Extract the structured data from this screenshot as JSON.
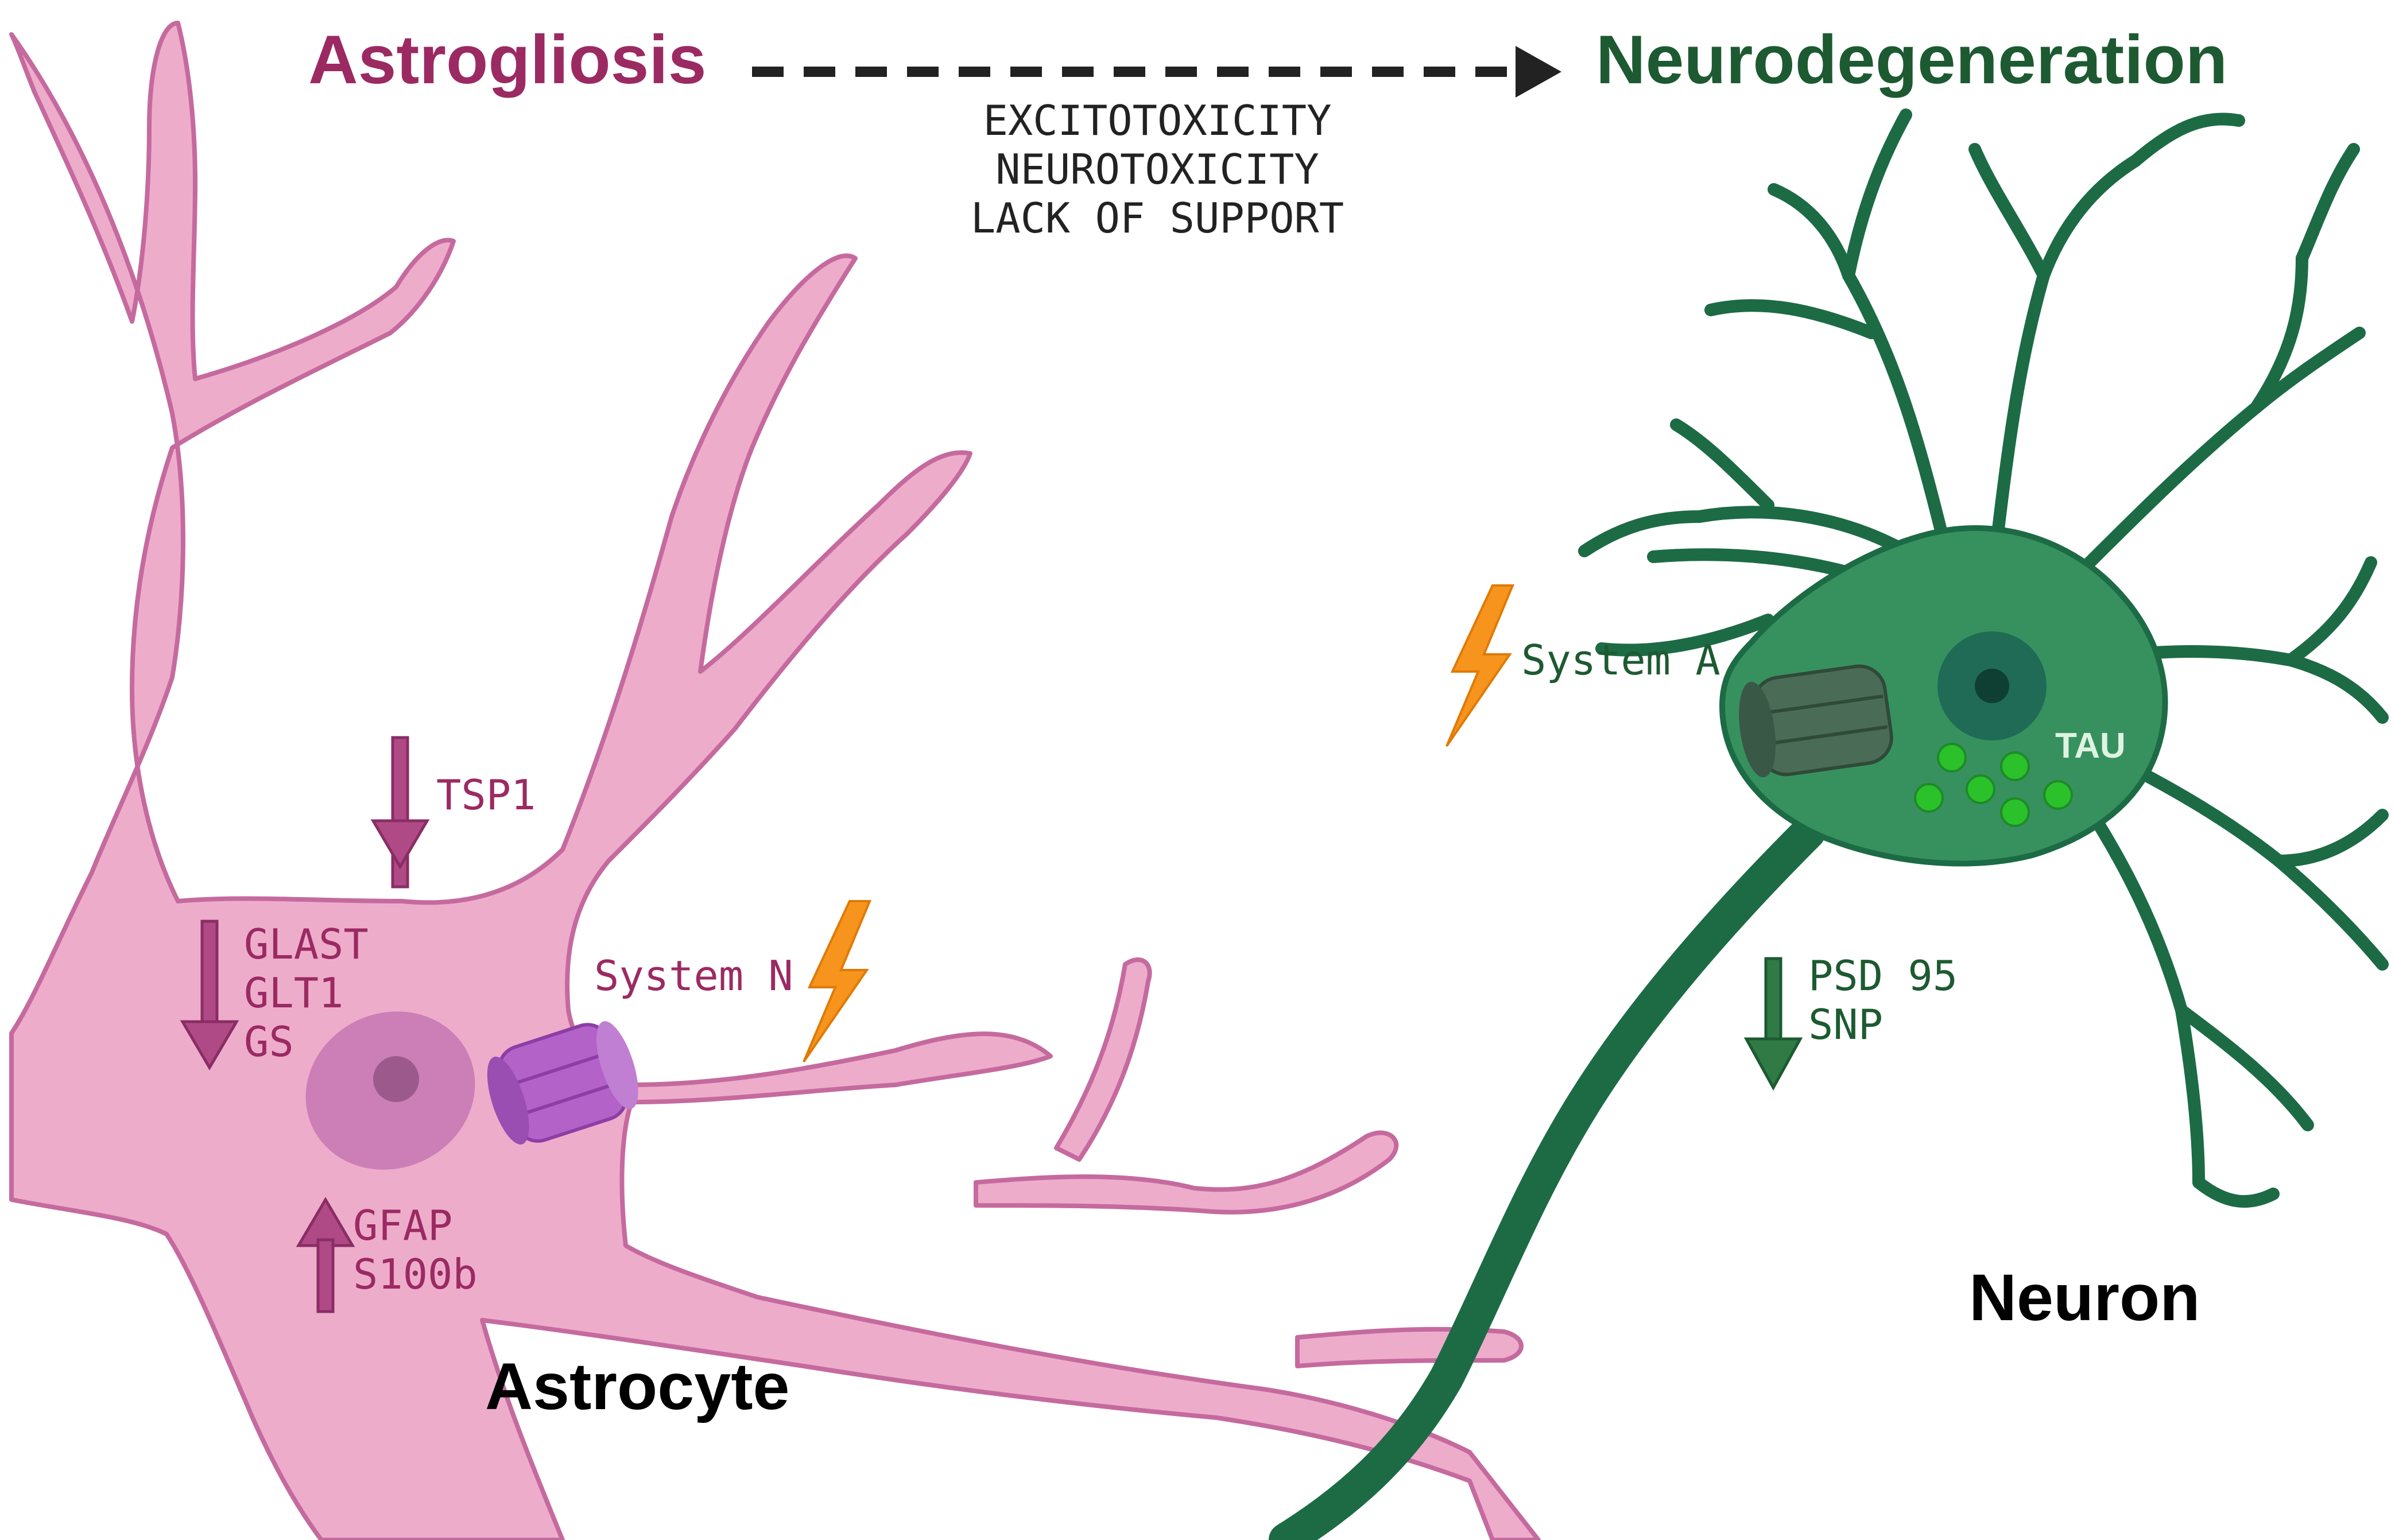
{
  "header": {
    "left_title": "Astrogliosis",
    "right_title": "Neurodegeneration",
    "arrow_effects": [
      "EXCITOTOXICITY",
      "NEUROTOXICITY",
      "LACK OF SUPPORT"
    ]
  },
  "astrocyte": {
    "cell_label": "Astrocyte",
    "tsp_label": "TSP1",
    "down_markers": [
      "GLAST",
      "GLT1",
      "GS"
    ],
    "up_markers": [
      "GFAP",
      "S100b"
    ],
    "transporter_label": "System N"
  },
  "neuron": {
    "cell_label": "Neuron",
    "transporter_label": "System A",
    "tau_label": "TAU",
    "down_markers": [
      "PSD 95",
      "SNP"
    ]
  },
  "colors": {
    "astrocyte_fill": "#eeaccb",
    "astrocyte_outline": "#c56a9e",
    "astrocyte_text": "#9b2a62",
    "neuron_fill": "#37915f",
    "neuron_outline": "#1c6b45",
    "neuron_text": "#1d5a31",
    "lightning": "#f7941d",
    "system_n": "#b362c8",
    "system_a": "#4a6b55",
    "tau_dots": "#2bc12b"
  },
  "icons": [
    "lightning-bolt-icon",
    "down-arrow-icon",
    "up-arrow-icon",
    "dashed-arrow-icon"
  ]
}
